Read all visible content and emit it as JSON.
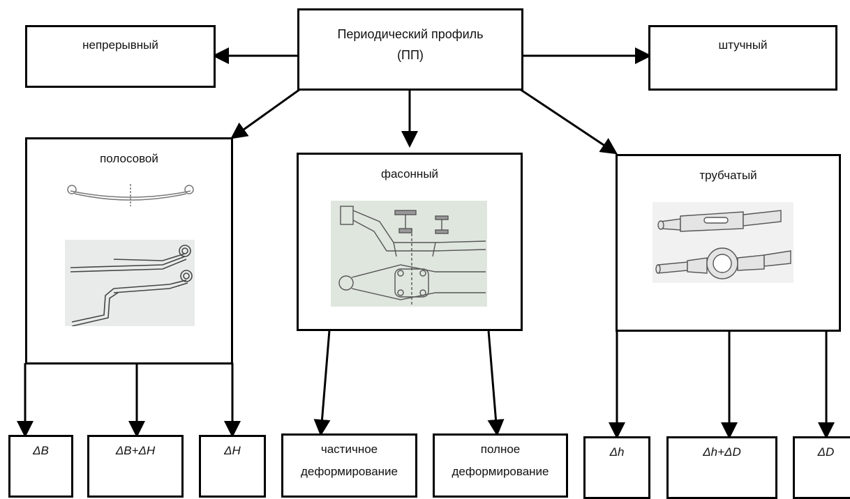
{
  "root": {
    "line1": "Периодический профиль",
    "line2": "(ПП)"
  },
  "top_left": {
    "label": "непрерывный"
  },
  "top_right": {
    "label": "штучный"
  },
  "mid_left": {
    "label": "полосовой",
    "image": "leaf-spring-drawings"
  },
  "mid_center": {
    "label": "фасонный",
    "image": "shaped-part-drawings"
  },
  "mid_right": {
    "label": "трубчатый",
    "image": "tubular-axle-drawings"
  },
  "leaves": {
    "dB": "ΔB",
    "dB_dH": "ΔB+ΔH",
    "dH": "ΔH",
    "partial_line1": "частичное",
    "partial_line2": "деформирование",
    "full_line1": "полное",
    "full_line2": "деформирование",
    "dh": "Δh",
    "dh_dD": "Δh+ΔD",
    "dD": "ΔD"
  }
}
